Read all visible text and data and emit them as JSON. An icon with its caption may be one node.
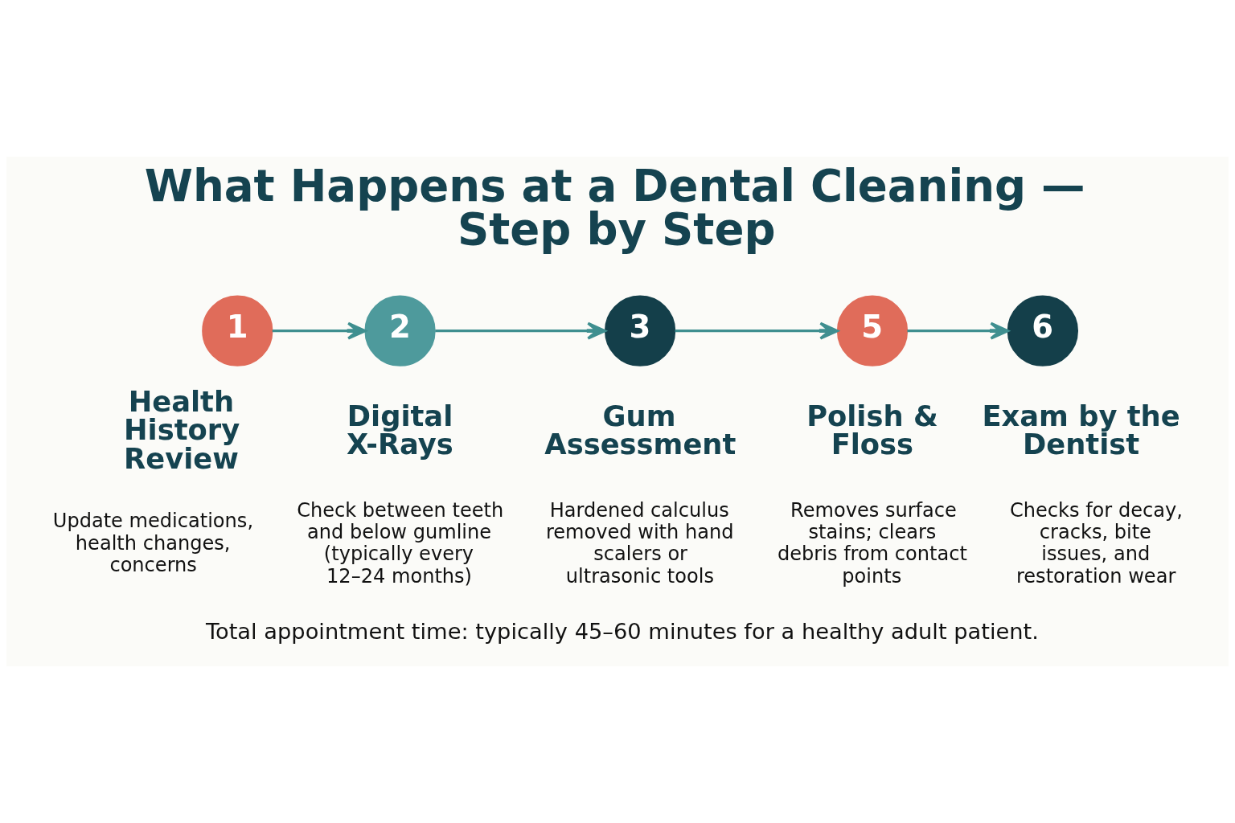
{
  "diagram": {
    "title": "What Happens at a Dental Cleaning — Step by Step",
    "caption": "Total appointment time: typically 45–60 minutes for a healthy adult patient.",
    "nodes": [
      {
        "text": [
          "1"
        ],
        "beside": [
          "Health History Review",
          "Update medications, health changes, concerns"
        ]
      },
      {
        "text": [
          "2"
        ],
        "beside": [
          "Digital X-Rays",
          "Check between teeth and below gumline (typically every 12–24 months)"
        ]
      },
      {
        "text": [
          "3"
        ],
        "beside": [
          "Gum Assessment",
          "Hardened calculus removed with hand scalers or ultrasonic tools"
        ]
      },
      {
        "text": [
          "5"
        ],
        "beside": [
          "Polish & Floss",
          "Removes surface stains; clears debris from contact points"
        ]
      },
      {
        "text": [
          "6"
        ],
        "beside": [
          "Exam by the Dentist",
          "Checks for decay, cracks, bite issues, and restoration wear"
        ]
      }
    ],
    "edges": [
      {
        "from": 0,
        "to": 1,
        "arrow": "to"
      },
      {
        "from": 1,
        "to": 2,
        "arrow": "to"
      },
      {
        "from": 2,
        "to": 3,
        "arrow": "to"
      },
      {
        "from": 3,
        "to": 4,
        "arrow": "to"
      }
    ]
  }
}
